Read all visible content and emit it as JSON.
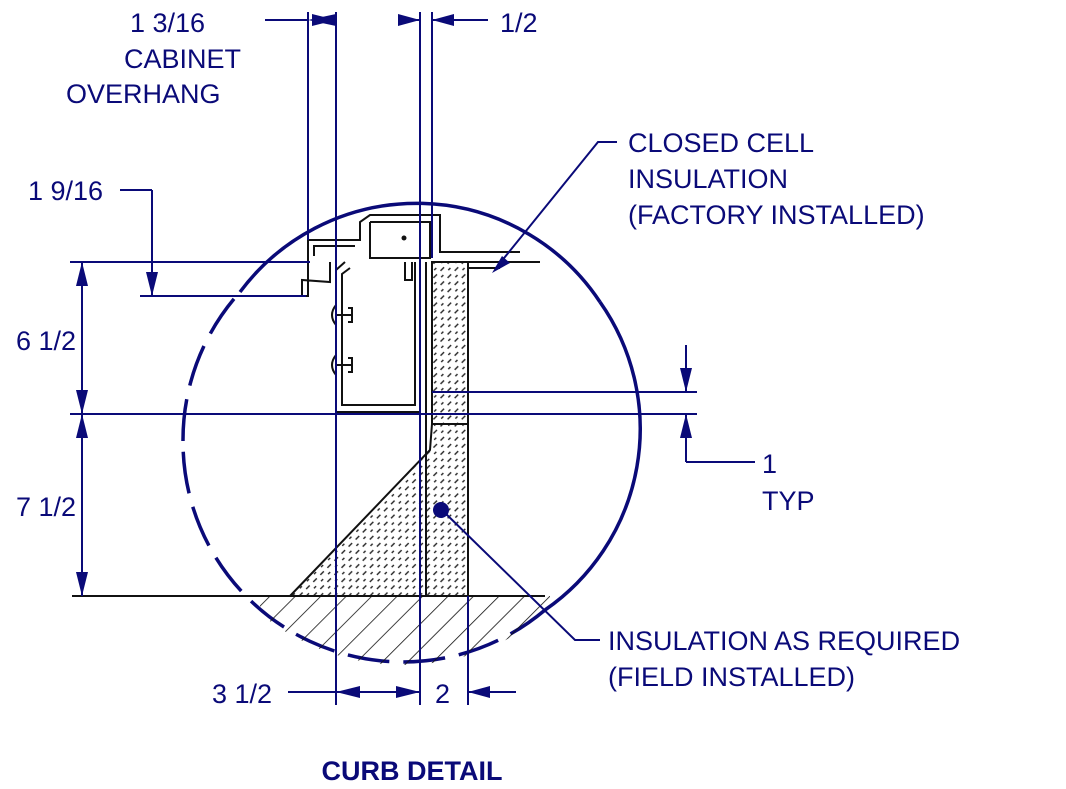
{
  "title": "CURB DETAIL",
  "dimensions": {
    "cabinet_overhang_value": "1 3/16",
    "cabinet_overhang_line1": "CABINET",
    "cabinet_overhang_line2": "OVERHANG",
    "top_right": "1/2",
    "left_small": "1 9/16",
    "upper_height": "6 1/2",
    "lower_height": "7 1/2",
    "typ_value": "1",
    "typ_label": "TYP",
    "bottom_width": "3 1/2",
    "insulation_width": "2"
  },
  "callouts": {
    "closed_cell": [
      "CLOSED CELL",
      "INSULATION",
      "(FACTORY INSTALLED)"
    ],
    "field_insulation": [
      "INSULATION AS REQUIRED",
      "(FIELD INSTALLED)"
    ]
  },
  "colors": {
    "line": "#0a0a78",
    "detail": "#111111",
    "background": "#ffffff"
  }
}
